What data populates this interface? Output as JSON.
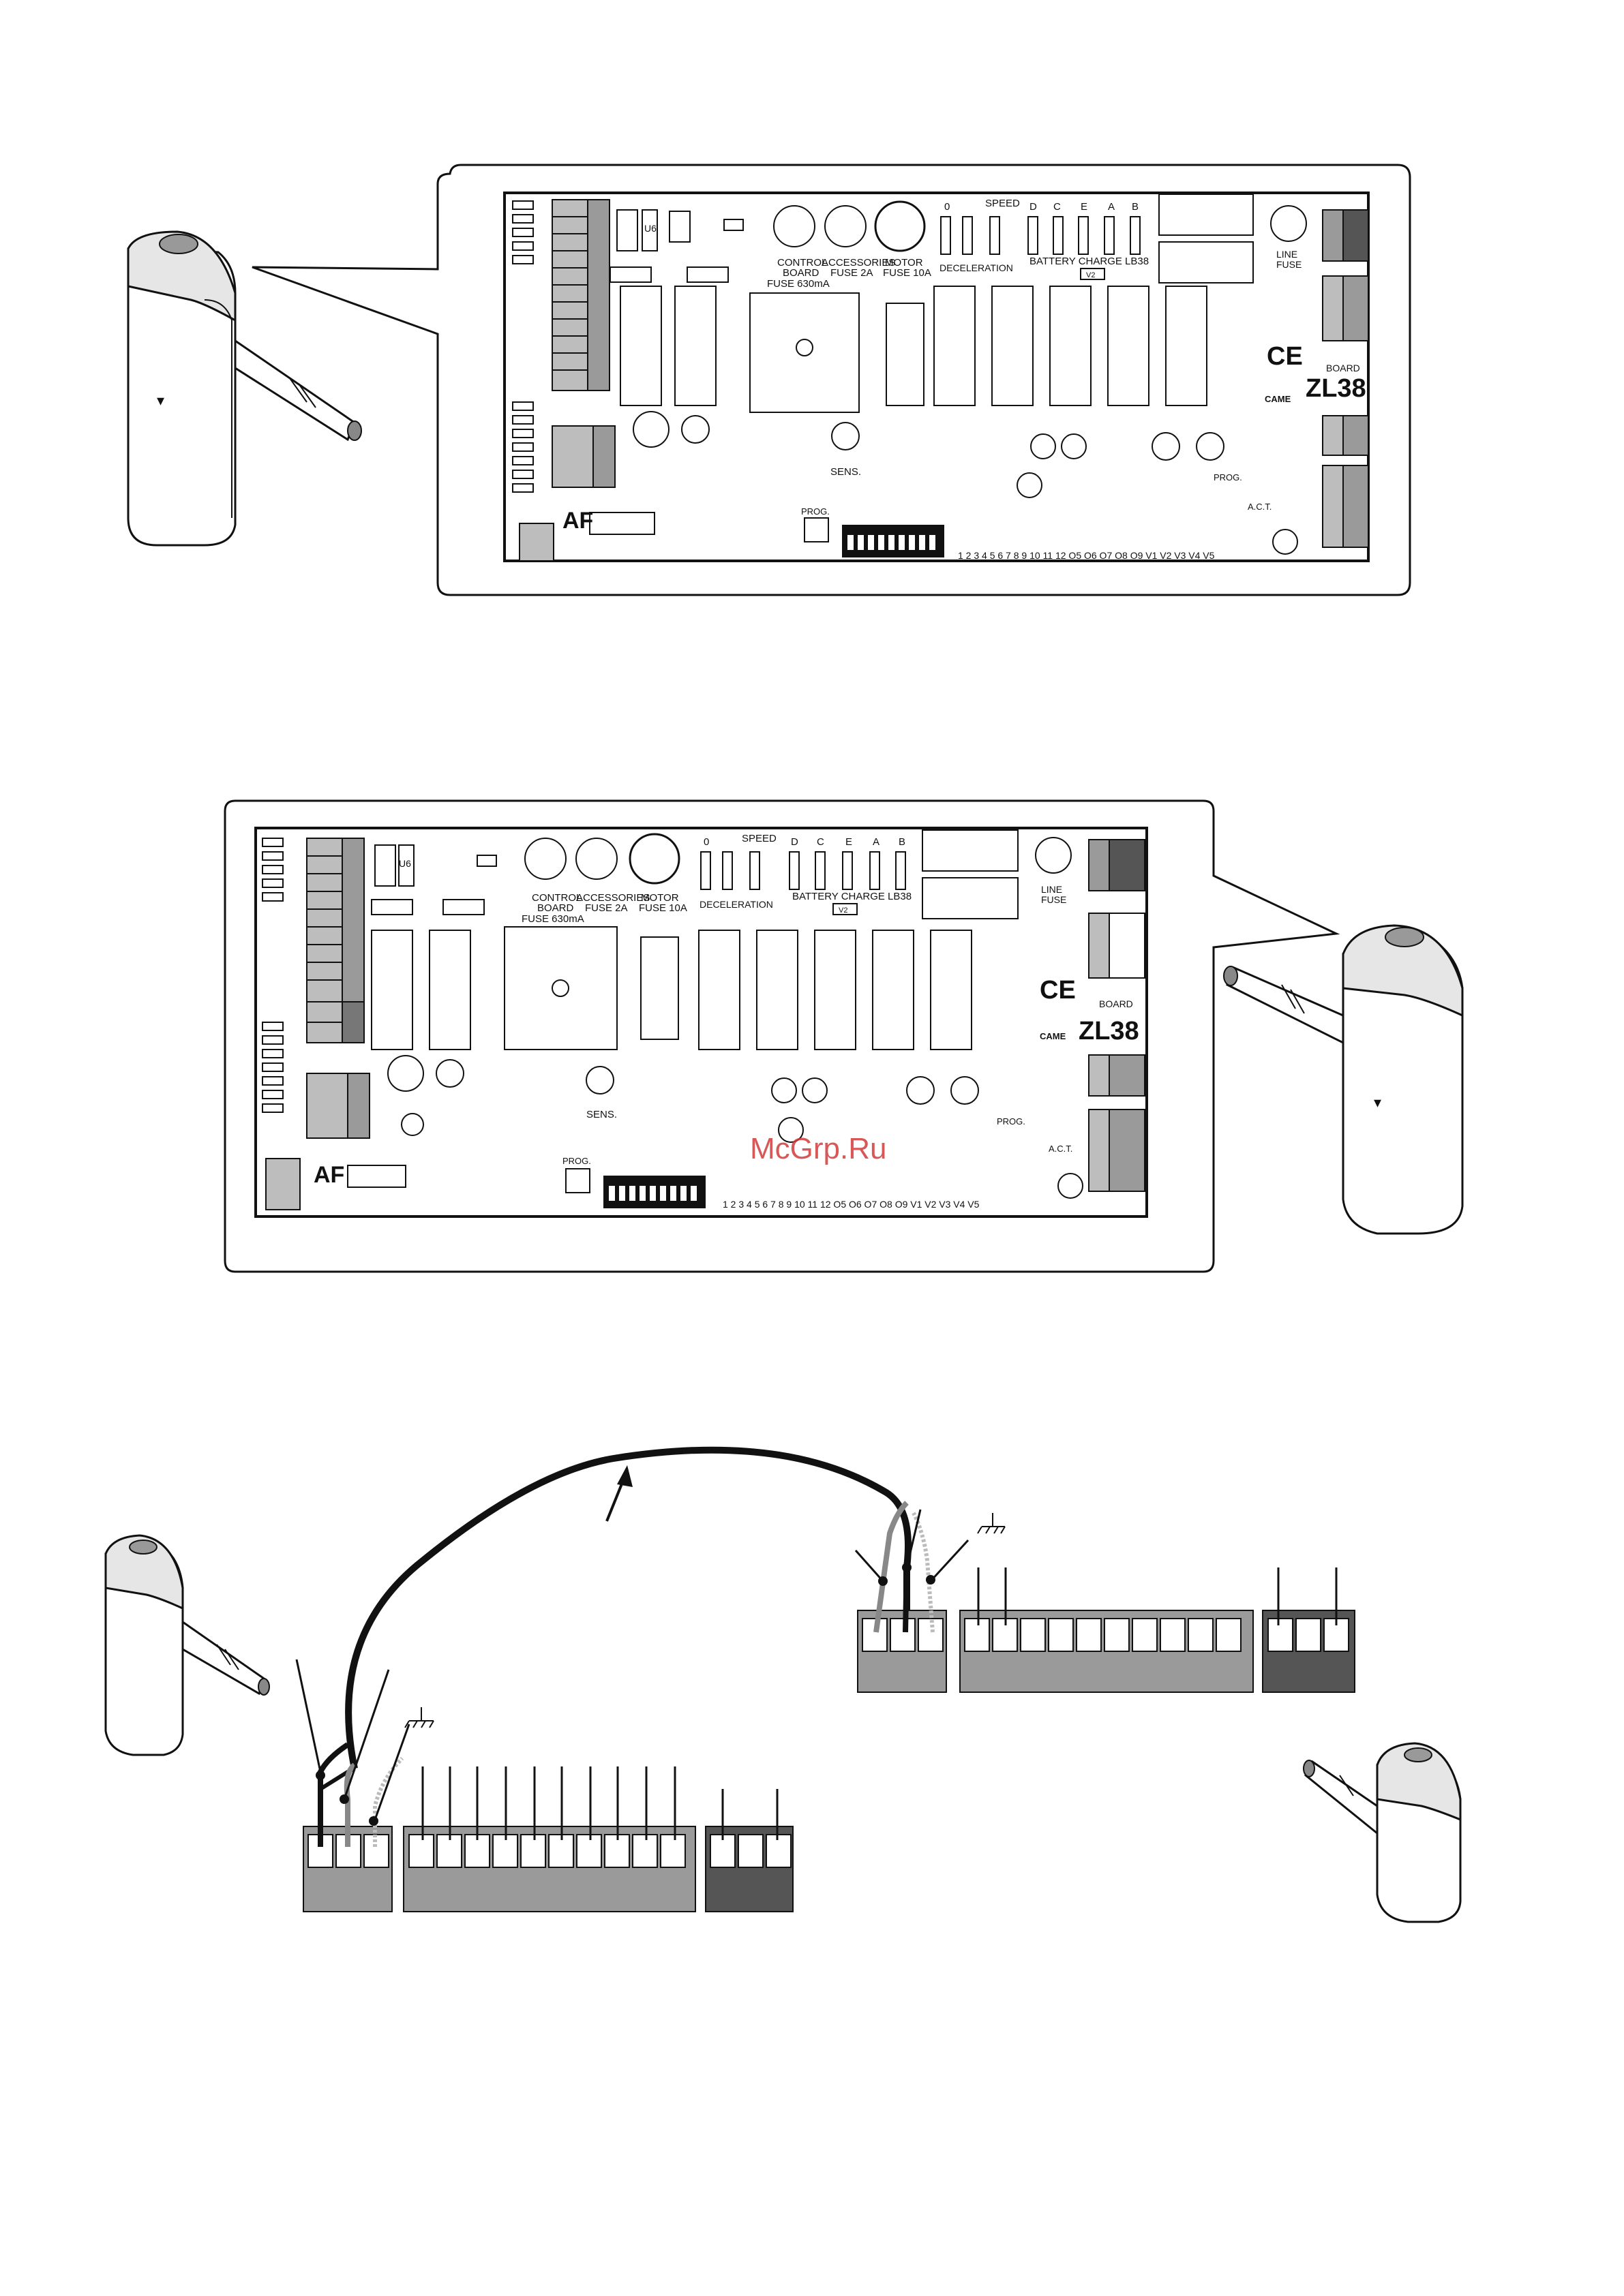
{
  "board": {
    "fuses": {
      "control_board_1": "CONTROL",
      "control_board_2": "BOARD",
      "control_board_3": "FUSE 630mA",
      "accessories_1": "ACCESSORIES",
      "accessories_2": "FUSE 2A",
      "motor_1": "MOTOR",
      "motor_2": "FUSE 10A",
      "line_1": "LINE",
      "line_2": "FUSE"
    },
    "jumper_letters": [
      "0",
      "D",
      "C",
      "E",
      "A",
      "B"
    ],
    "speed": "SPEED",
    "deceleration": "DECELERATION",
    "battery_charge": "BATTERY CHARGE LB38",
    "v2_tag": "V2",
    "ce_mark": "CE",
    "brand": "CAME",
    "board_word": "BOARD",
    "model": "ZL38",
    "af": "AF",
    "u6": "U6",
    "sens": "SENS.",
    "prog": "PROG.",
    "act": "A.C.T.",
    "terminal_numbers": "1 2 3 4 5 6 7 8 9 10 11 12   O5 O6 O7 O8 O9   V1 V2 V3 V4 V5"
  },
  "watermark": "McGrp.Ru",
  "icons": [
    "gate-cabinet-icon",
    "barrier-boom-icon",
    "earth-ground-icon",
    "cable-arrow-icon"
  ]
}
